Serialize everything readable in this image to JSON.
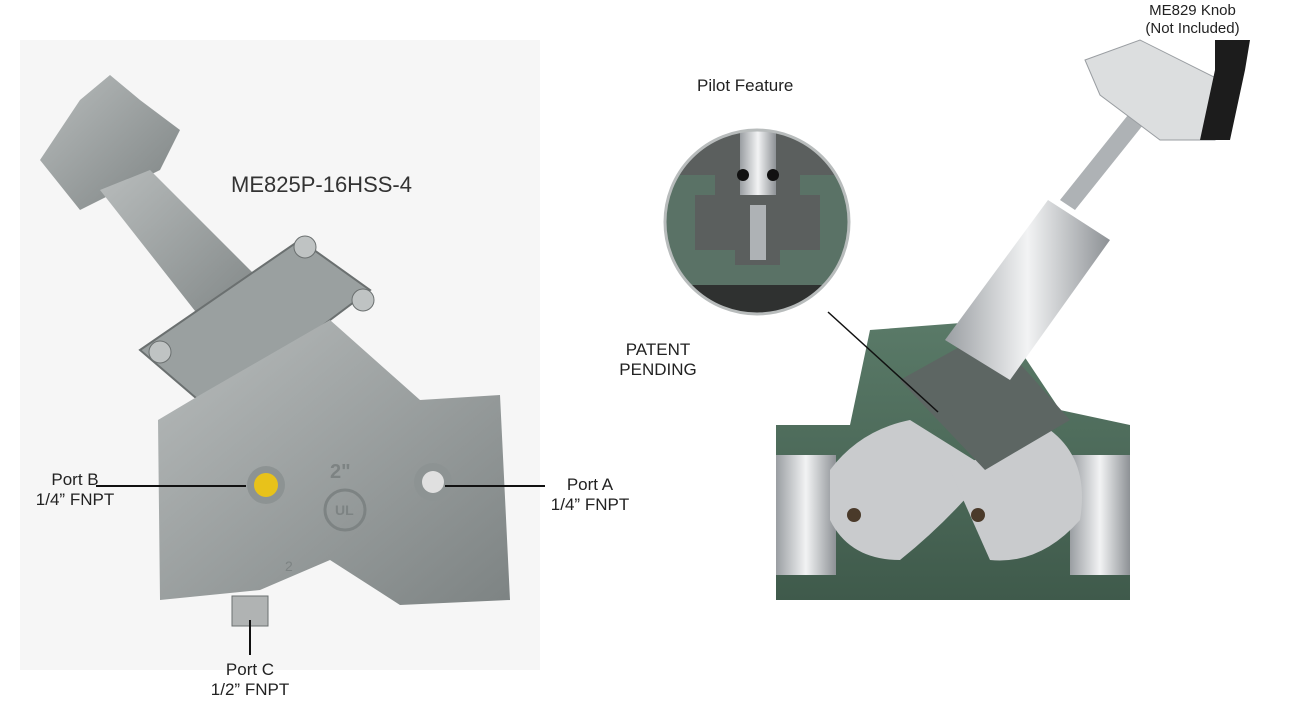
{
  "model": "ME825P-16HSS-4",
  "left_view": {
    "port_b": {
      "name": "Port B",
      "size": "1/4” FNPT"
    },
    "port_a": {
      "name": "Port A",
      "size": "1/4” FNPT"
    },
    "port_c": {
      "name": "Port C",
      "size": "1/2” FNPT"
    },
    "body_marking": "2\"",
    "ul_mark": "UL",
    "cast_number": "2"
  },
  "right_view": {
    "knob": {
      "line1": "ME829 Knob",
      "line2": "(Not Included)"
    },
    "pilot": "Pilot Feature",
    "patent": {
      "line1": "PATENT",
      "line2": "PENDING"
    }
  },
  "colors": {
    "valve_gray": "#a3a8a8",
    "dark_gray": "#707575",
    "cut_green": "#4f6d5c",
    "steel": "#cfd2d4",
    "cap_yellow": "#e8c21a"
  }
}
